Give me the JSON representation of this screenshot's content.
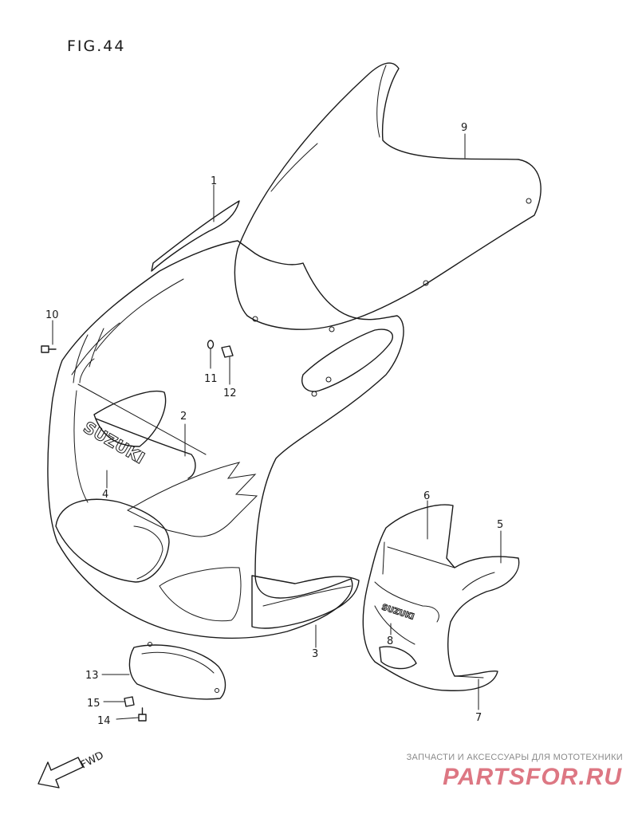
{
  "figure": {
    "label": "FIG.44"
  },
  "callouts": [
    "1",
    "2",
    "3",
    "4",
    "5",
    "6",
    "7",
    "8",
    "9",
    "10",
    "11",
    "12",
    "13",
    "14",
    "15"
  ],
  "brand_mark": "SUZUKI",
  "direction_label": "FWD",
  "watermark": {
    "tagline": "ЗАПЧАСТИ И АКСЕССУАРЫ ДЛЯ МОТОТЕХНИКИ",
    "logo_text": "PARTSFOR.RU",
    "color": "#d24a5a"
  }
}
